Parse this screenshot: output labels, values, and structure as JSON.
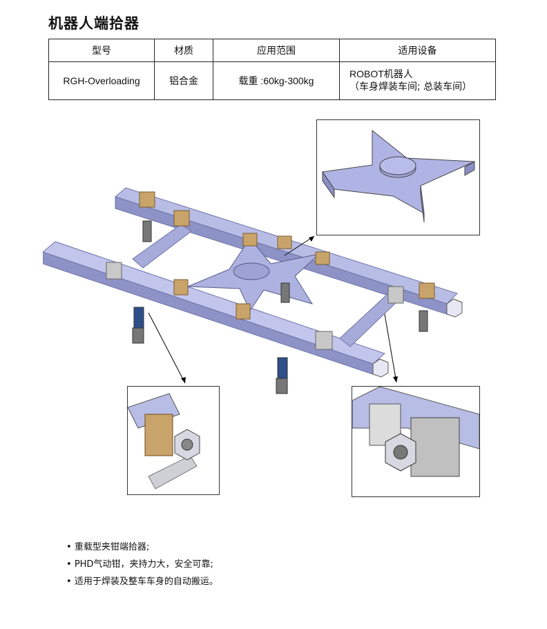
{
  "title": "机器人端拾器",
  "table": {
    "headers": [
      "型号",
      "材质",
      "应用范围",
      "适用设备"
    ],
    "row": {
      "model": "RGH-Overloading",
      "material": "铝合金",
      "range": "载重 :60kg-300kg",
      "equipment_line1": "ROBOT机器人",
      "equipment_line2": "（车身焊装车间; 总装车间）"
    }
  },
  "bullets": [
    "重载型夹钳端拾器;",
    "PHD气动钳，夹持力大，安全可靠;",
    "适用于焊装及整车车身的自动搬运。"
  ],
  "colors": {
    "beam": "#b8bde6",
    "beam_dark": "#8d93c6",
    "plate": "#aeb2e0",
    "bracket": "#c9a46a",
    "clamp_blue": "#2d4f8a",
    "gray_part": "#c8c8c8"
  }
}
